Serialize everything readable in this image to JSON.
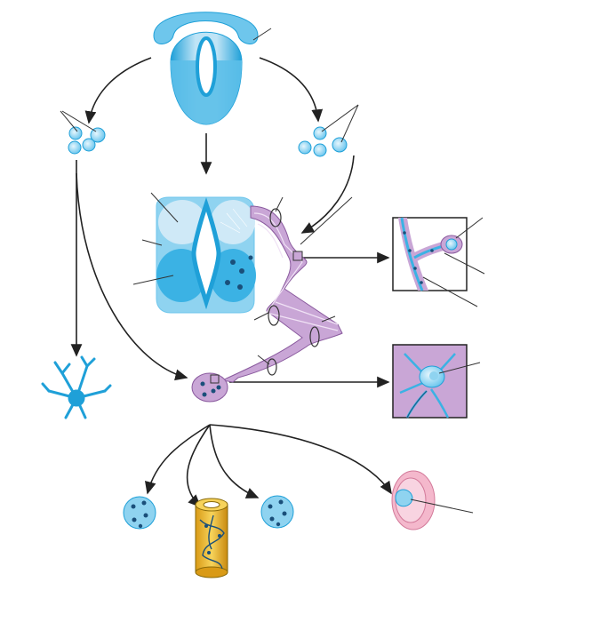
{
  "figure": {
    "description_labels": [],
    "colors": {
      "neural_blue_light": "#cfe9f7",
      "neural_blue": "#6ec6ec",
      "neural_blue_dark": "#1fa0d8",
      "nerve_purple": "#c9a6d6",
      "nerve_purple_dark": "#8a5a9e",
      "cell_nucleus": "#1a4f7a",
      "nerve_sheath_yellow": "#f2c12e",
      "ear_pink": "#f4b8cc",
      "outline": "#2b2b2b"
    },
    "parts": [
      "neural-tube",
      "cell-cluster-left",
      "cell-cluster-right",
      "spinal-cord-section",
      "peripheral-nerve",
      "ganglion",
      "myelin-inset",
      "neuron-inset",
      "astrocyte",
      "derivative-cell-group-1",
      "nerve-fiber-cylinder",
      "derivative-cell-group-2",
      "sensory-organ"
    ]
  }
}
